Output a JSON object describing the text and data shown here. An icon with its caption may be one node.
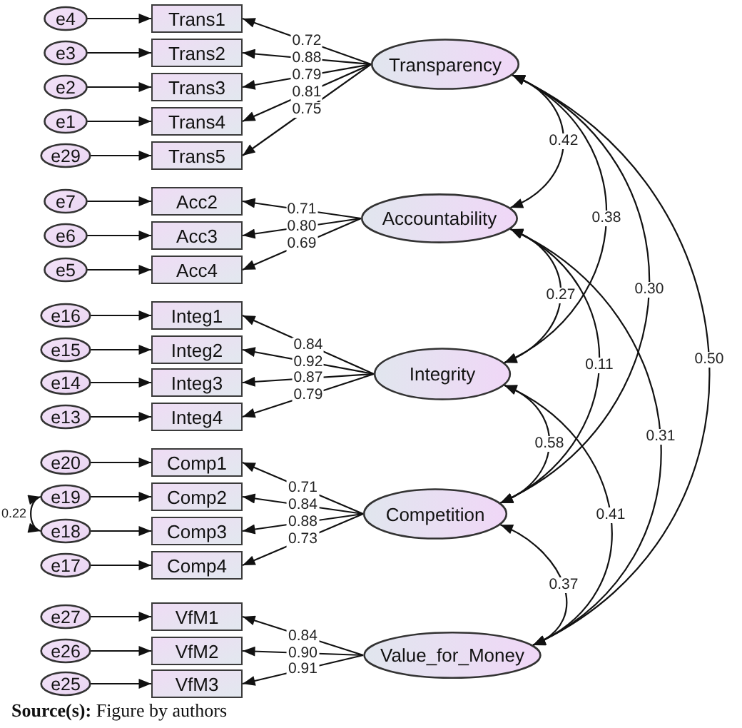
{
  "diagram": {
    "caption": "**Source(s):** Figure by authors",
    "nodes": [
      {
        "text": [
          "e4"
        ]
      },
      {
        "text": [
          "Trans1"
        ]
      },
      {
        "text": [
          "e3"
        ]
      },
      {
        "text": [
          "Trans2"
        ]
      },
      {
        "text": [
          "e2"
        ]
      },
      {
        "text": [
          "Trans3"
        ]
      },
      {
        "text": [
          "e1"
        ]
      },
      {
        "text": [
          "Trans4"
        ]
      },
      {
        "text": [
          "e29"
        ]
      },
      {
        "text": [
          "Trans5"
        ]
      },
      {
        "text": [
          "Transparency"
        ]
      },
      {
        "text": [
          "e7"
        ]
      },
      {
        "text": [
          "Acc2"
        ]
      },
      {
        "text": [
          "e6"
        ]
      },
      {
        "text": [
          "Acc3"
        ]
      },
      {
        "text": [
          "e5"
        ]
      },
      {
        "text": [
          "Acc4"
        ]
      },
      {
        "text": [
          "Accountability"
        ]
      },
      {
        "text": [
          "e16"
        ]
      },
      {
        "text": [
          "Integ1"
        ]
      },
      {
        "text": [
          "e15"
        ]
      },
      {
        "text": [
          "Integ2"
        ]
      },
      {
        "text": [
          "e14"
        ]
      },
      {
        "text": [
          "Integ3"
        ]
      },
      {
        "text": [
          "e13"
        ]
      },
      {
        "text": [
          "Integ4"
        ]
      },
      {
        "text": [
          "Integrity"
        ]
      },
      {
        "text": [
          "e20"
        ]
      },
      {
        "text": [
          "Comp1"
        ]
      },
      {
        "text": [
          "e19"
        ]
      },
      {
        "text": [
          "Comp2"
        ]
      },
      {
        "text": [
          "e18"
        ]
      },
      {
        "text": [
          "Comp3"
        ]
      },
      {
        "text": [
          "e17"
        ]
      },
      {
        "text": [
          "Comp4"
        ]
      },
      {
        "text": [
          "Competition"
        ]
      },
      {
        "text": [
          "e27"
        ]
      },
      {
        "text": [
          "VfM1"
        ]
      },
      {
        "text": [
          "e26"
        ]
      },
      {
        "text": [
          "VfM2"
        ]
      },
      {
        "text": [
          "e25"
        ]
      },
      {
        "text": [
          "VfM3"
        ]
      },
      {
        "text": [
          "Value_for_Money"
        ]
      }
    ],
    "edges": [
      {
        "from": 0,
        "to": 1,
        "arrow": "to"
      },
      {
        "from": 2,
        "to": 3,
        "arrow": "to"
      },
      {
        "from": 4,
        "to": 5,
        "arrow": "to"
      },
      {
        "from": 6,
        "to": 7,
        "arrow": "to"
      },
      {
        "from": 8,
        "to": 9,
        "arrow": "to"
      },
      {
        "from": 10,
        "to": 1,
        "arrow": "to",
        "label": "0.72"
      },
      {
        "from": 10,
        "to": 3,
        "arrow": "to",
        "label": "0.88"
      },
      {
        "from": 10,
        "to": 5,
        "arrow": "to",
        "label": "0.79"
      },
      {
        "from": 10,
        "to": 7,
        "arrow": "to",
        "label": "0.81"
      },
      {
        "from": 10,
        "to": 9,
        "arrow": "to",
        "label": "0.75"
      },
      {
        "from": 11,
        "to": 12,
        "arrow": "to"
      },
      {
        "from": 13,
        "to": 14,
        "arrow": "to"
      },
      {
        "from": 15,
        "to": 16,
        "arrow": "to"
      },
      {
        "from": 17,
        "to": 12,
        "arrow": "to",
        "label": "0.71"
      },
      {
        "from": 17,
        "to": 14,
        "arrow": "to",
        "label": "0.80"
      },
      {
        "from": 17,
        "to": 16,
        "arrow": "to",
        "label": "0.69"
      },
      {
        "from": 18,
        "to": 19,
        "arrow": "to"
      },
      {
        "from": 20,
        "to": 21,
        "arrow": "to"
      },
      {
        "from": 22,
        "to": 23,
        "arrow": "to"
      },
      {
        "from": 24,
        "to": 25,
        "arrow": "to"
      },
      {
        "from": 26,
        "to": 19,
        "arrow": "to",
        "label": "0.84"
      },
      {
        "from": 26,
        "to": 21,
        "arrow": "to",
        "label": "0.92"
      },
      {
        "from": 26,
        "to": 23,
        "arrow": "to",
        "label": "0.87"
      },
      {
        "from": 26,
        "to": 25,
        "arrow": "to",
        "label": "0.79"
      },
      {
        "from": 27,
        "to": 28,
        "arrow": "to"
      },
      {
        "from": 29,
        "to": 30,
        "arrow": "to"
      },
      {
        "from": 31,
        "to": 32,
        "arrow": "to"
      },
      {
        "from": 33,
        "to": 34,
        "arrow": "to"
      },
      {
        "from": 35,
        "to": 28,
        "arrow": "to",
        "label": "0.71"
      },
      {
        "from": 35,
        "to": 30,
        "arrow": "to",
        "label": "0.84"
      },
      {
        "from": 35,
        "to": 32,
        "arrow": "to",
        "label": "0.88"
      },
      {
        "from": 35,
        "to": 34,
        "arrow": "to",
        "label": "0.73"
      },
      {
        "from": 29,
        "to": 31,
        "arrow": "both",
        "label": "0.22"
      },
      {
        "from": 36,
        "to": 37,
        "arrow": "to"
      },
      {
        "from": 38,
        "to": 39,
        "arrow": "to"
      },
      {
        "from": 40,
        "to": 41,
        "arrow": "to"
      },
      {
        "from": 42,
        "to": 37,
        "arrow": "to",
        "label": "0.84"
      },
      {
        "from": 42,
        "to": 39,
        "arrow": "to",
        "label": "0.90"
      },
      {
        "from": 42,
        "to": 41,
        "arrow": "to",
        "label": "0.91"
      },
      {
        "from": 10,
        "to": 17,
        "arrow": "both",
        "label": "0.42"
      },
      {
        "from": 10,
        "to": 26,
        "arrow": "both",
        "label": "0.38"
      },
      {
        "from": 10,
        "to": 35,
        "arrow": "both",
        "label": "0.30"
      },
      {
        "from": 10,
        "to": 42,
        "arrow": "both",
        "label": "0.50"
      },
      {
        "from": 17,
        "to": 26,
        "arrow": "both",
        "label": "0.27"
      },
      {
        "from": 17,
        "to": 35,
        "arrow": "both",
        "label": "0.11"
      },
      {
        "from": 17,
        "to": 42,
        "arrow": "both",
        "label": "0.31"
      },
      {
        "from": 26,
        "to": 35,
        "arrow": "both",
        "label": "0.58"
      },
      {
        "from": 26,
        "to": 42,
        "arrow": "both",
        "label": "0.41"
      },
      {
        "from": 35,
        "to": 42,
        "arrow": "both",
        "label": "0.37"
      }
    ]
  }
}
